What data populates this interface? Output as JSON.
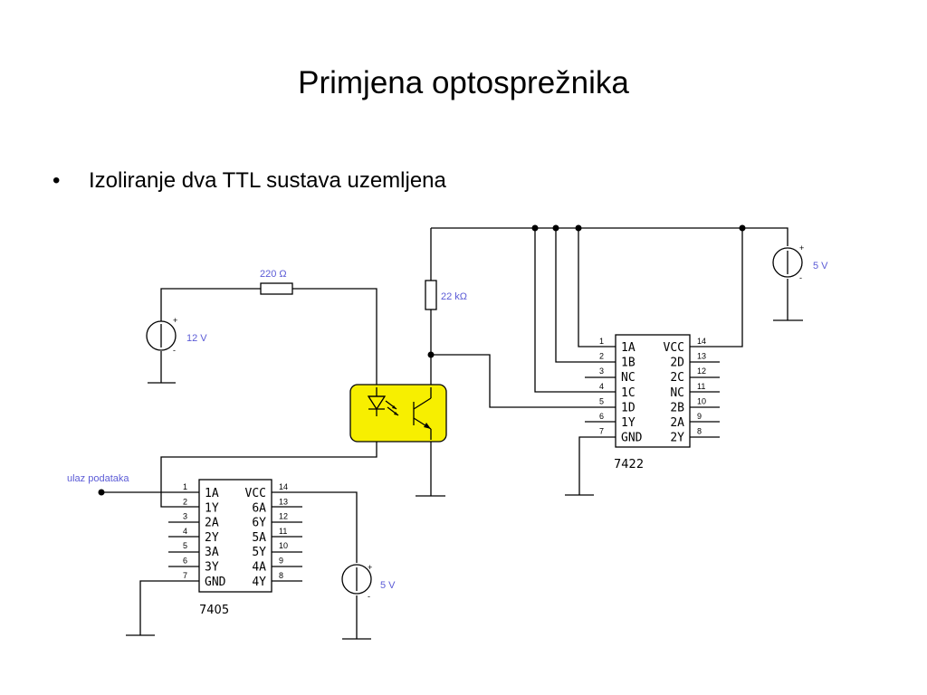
{
  "slide": {
    "title": "Primjena optosprežnika",
    "bullet_symbol": "•",
    "bullet_text": "Izoliranje dva TTL sustava uzemljena"
  },
  "colors": {
    "label_blue": "#5b5bd6",
    "optocoupler_fill": "#f7ef00"
  },
  "schematic": {
    "resistor_220_label": "220 Ω",
    "resistor_22k_label": "22 kΩ",
    "source_12v_label": "12 V",
    "source_5v_top_label": "5 V",
    "source_5v_bottom_label": "5 V",
    "input_label": "ulaz podataka",
    "plus": "+",
    "minus": "-",
    "ic_7405": {
      "name": "7405",
      "left_pins": [
        {
          "num": "1",
          "label": "1A"
        },
        {
          "num": "2",
          "label": "1Y"
        },
        {
          "num": "3",
          "label": "2A"
        },
        {
          "num": "4",
          "label": "2Y"
        },
        {
          "num": "5",
          "label": "3A"
        },
        {
          "num": "6",
          "label": "3Y"
        },
        {
          "num": "7",
          "label": "GND"
        }
      ],
      "right_pins": [
        {
          "num": "14",
          "label": "VCC"
        },
        {
          "num": "13",
          "label": "6A"
        },
        {
          "num": "12",
          "label": "6Y"
        },
        {
          "num": "11",
          "label": "5A"
        },
        {
          "num": "10",
          "label": "5Y"
        },
        {
          "num": "9",
          "label": "4A"
        },
        {
          "num": "8",
          "label": "4Y"
        }
      ]
    },
    "ic_7422": {
      "name": "7422",
      "left_pins": [
        {
          "num": "1",
          "label": "1A"
        },
        {
          "num": "2",
          "label": "1B"
        },
        {
          "num": "3",
          "label": "NC"
        },
        {
          "num": "4",
          "label": "1C"
        },
        {
          "num": "5",
          "label": "1D"
        },
        {
          "num": "6",
          "label": "1Y"
        },
        {
          "num": "7",
          "label": "GND"
        }
      ],
      "right_pins": [
        {
          "num": "14",
          "label": "VCC"
        },
        {
          "num": "13",
          "label": "2D"
        },
        {
          "num": "12",
          "label": "2C"
        },
        {
          "num": "11",
          "label": "NC"
        },
        {
          "num": "10",
          "label": "2B"
        },
        {
          "num": "9",
          "label": "2A"
        },
        {
          "num": "8",
          "label": "2Y"
        }
      ]
    }
  }
}
